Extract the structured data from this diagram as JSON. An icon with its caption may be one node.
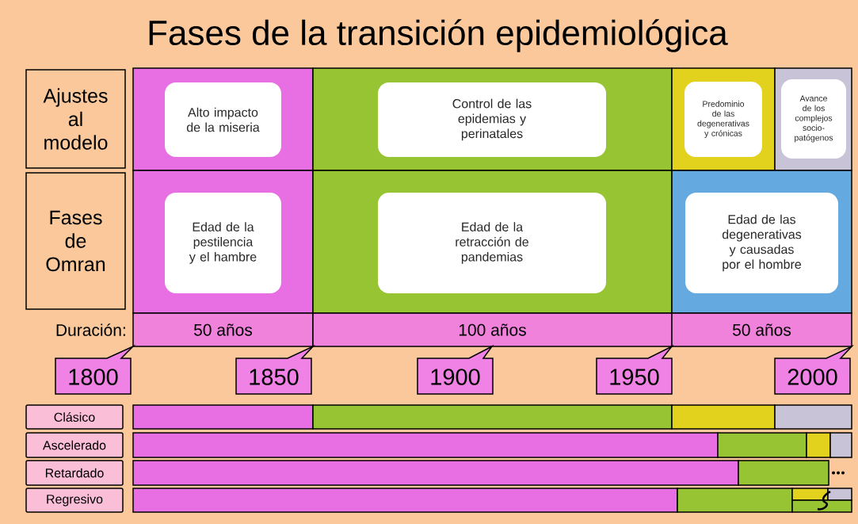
{
  "diagram": {
    "title": "Fases de la transición epidemiológica",
    "nodes": [
      {
        "text": [
          "Ajustes al modelo"
        ]
      },
      {
        "text": [
          "Fases de Omran"
        ]
      },
      {
        "text": [
          "Alto impacto de la miseria"
        ]
      },
      {
        "text": [
          "Control de las epidemias y perinatales"
        ]
      },
      {
        "text": [
          "Predominio de las degenerativas y crónicas"
        ]
      },
      {
        "text": [
          "Avance de los complejos socio-patógenos"
        ]
      },
      {
        "text": [
          "Edad de la pestilencia y el hambre"
        ]
      },
      {
        "text": [
          "Edad de la retracción de pandemias"
        ]
      },
      {
        "text": [
          "Edad de las degenerativas y causadas por el hombre"
        ]
      },
      {
        "text": [
          "50 años"
        ]
      },
      {
        "text": [
          "100 años"
        ]
      },
      {
        "text": [
          "50 años"
        ]
      },
      {
        "text": [
          "1800"
        ]
      },
      {
        "text": [
          "1850"
        ]
      },
      {
        "text": [
          "1900"
        ]
      },
      {
        "text": [
          "1950"
        ]
      },
      {
        "text": [
          "2000"
        ]
      },
      {
        "text": [
          "Clásico"
        ]
      },
      {
        "text": [
          "Ascelerado"
        ]
      },
      {
        "text": [
          "Retardado"
        ]
      },
      {
        "text": [
          "Regresivo"
        ]
      }
    ],
    "labels": [
      "Duración:"
    ]
  }
}
